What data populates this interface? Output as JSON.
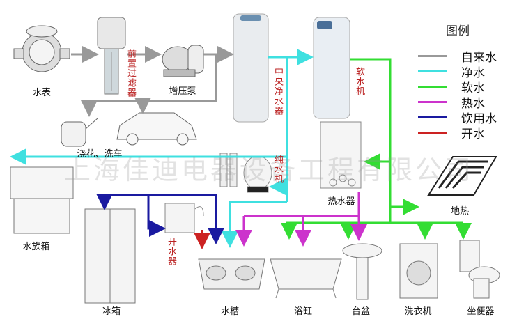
{
  "legend": {
    "title": "图例",
    "items": [
      {
        "label": "自来水",
        "color": "#999999"
      },
      {
        "label": "净水",
        "color": "#3fe0e0"
      },
      {
        "label": "软水",
        "color": "#33dd33"
      },
      {
        "label": "热水",
        "color": "#cc33cc"
      },
      {
        "label": "饮用水",
        "color": "#1a1aa0"
      },
      {
        "label": "开水",
        "color": "#cc2222"
      }
    ]
  },
  "devices": {
    "meter": "水表",
    "prefilter": "前置过滤器",
    "pump": "增压泵",
    "central_purifier": "中央净水器",
    "softener": "软水机",
    "garden_car": "浇花、洗车",
    "ro": "纯水机",
    "heater": "热水器",
    "floor_heat": "地热",
    "aquarium": "水族箱",
    "fridge": "冰箱",
    "boiler": "开水器",
    "sink": "水槽",
    "bathtub": "浴缸",
    "basin": "台盆",
    "washer": "洗衣机",
    "toilet": "坐便器"
  },
  "watermark": "上海佳迪电器设备工程有限公司"
}
